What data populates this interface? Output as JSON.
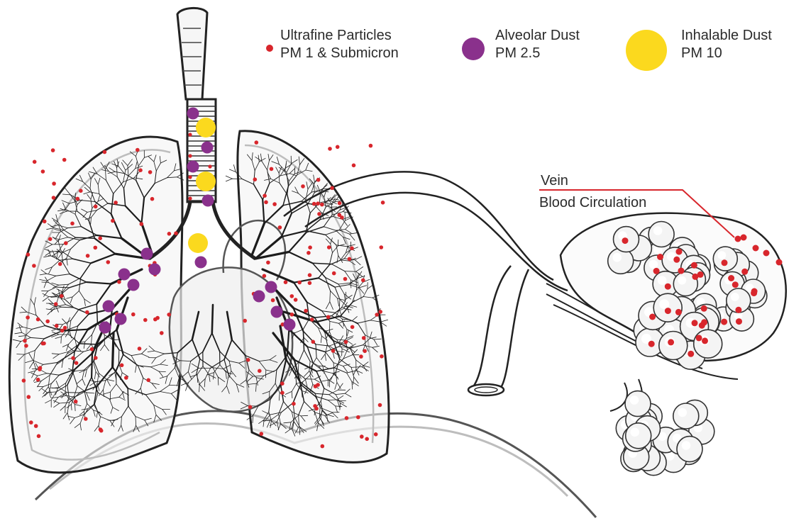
{
  "legend": [
    {
      "id": "ultrafine",
      "line1": "Ultrafine Particles",
      "line2": "PM 1 & Submicron",
      "color": "#d8262c"
    },
    {
      "id": "alveolar",
      "line1": "Alveolar Dust",
      "line2": "PM 2.5",
      "color": "#8a318c"
    },
    {
      "id": "inhalable",
      "line1": "Inhalable Dust",
      "line2": "PM 10",
      "color": "#fbd91e"
    }
  ],
  "callout": {
    "line1": "Vein",
    "line2": "Blood Circulation",
    "line_color": "#d8262c"
  },
  "colors": {
    "ultrafine": "#d8262c",
    "alveolar": "#8a318c",
    "inhalable": "#fbd91e",
    "ink": "#1c1c1c",
    "outline": "#444444",
    "light": "#bdbdbd"
  }
}
